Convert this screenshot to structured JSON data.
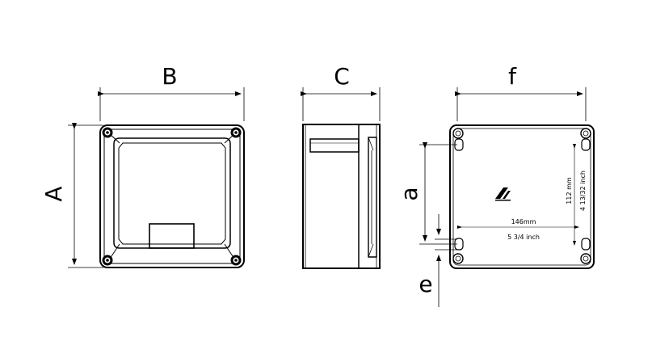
{
  "labels": {
    "A": "A",
    "B": "B",
    "C": "C",
    "f": "f",
    "a": "a",
    "e": "e"
  },
  "back_view": {
    "width_mm": "146mm",
    "width_inch": "5 3/4 inch",
    "height_mm": "112 mm",
    "height_inch": "4 13/32 inch"
  },
  "icons": {
    "logo": "brand-logo-icon"
  },
  "colors": {
    "line": "#000000",
    "background": "#ffffff"
  }
}
